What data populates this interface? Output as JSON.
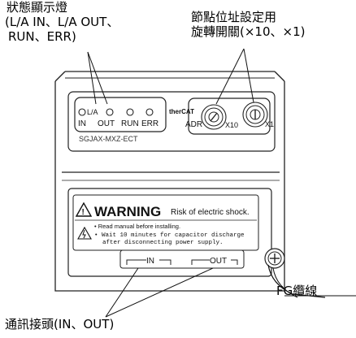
{
  "callouts": {
    "status_led_title": "狀態顯示燈",
    "status_led_sub1": "(L/A IN、L/A OUT、",
    "status_led_sub2": "RUN、ERR)",
    "node_switch_title": "節點位址設定用",
    "node_switch_sub": "旋轉開關(×10、×1)",
    "comm_connector": "通訊接頭(IN、OUT)",
    "fg_cable": "FG纜線"
  },
  "device": {
    "led_labels": [
      "L/A",
      "IN",
      "OUT",
      "RUN",
      "ERR"
    ],
    "brand": "therCAT",
    "adr_label": "ADR",
    "x10_label": "X10",
    "x1_label": "X1",
    "model_text": "SGJAX-MXZ-ECT",
    "warning_title": "WARNING",
    "warning_risk": "Risk of electric shock.",
    "warning_line1": "• Read manual before installing.",
    "warning_line2": "• Wait 10 minutes for capacitor discharge",
    "warning_line3": "after disconnecting power supply.",
    "port_in": "IN",
    "port_out": "OUT"
  }
}
